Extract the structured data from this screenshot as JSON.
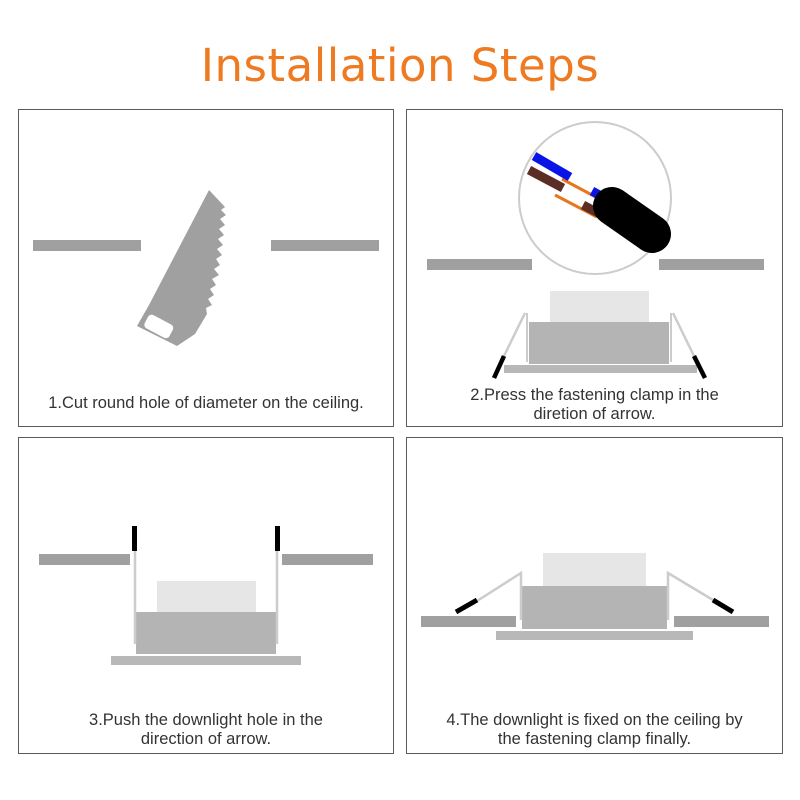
{
  "title": "Installation Steps",
  "colors": {
    "title": "#ee7a22",
    "border": "#5a5a5a",
    "ceiling": "#a0a0a0",
    "light_body": "#b4b4b4",
    "light_top": "#e6e6e6",
    "trim": "#b8b8b8",
    "clamp_wire": "#cccccc",
    "clamp_tip": "#000000",
    "wire_blue": "#0a14e6",
    "wire_brown": "#5b2d24",
    "wire_core": "#e8761c",
    "cable": "#000000",
    "caption_text": "#333333"
  },
  "steps": [
    {
      "number": 1,
      "caption_line1": "1.Cut round hole of diameter on the ceiling.",
      "caption_line2": "",
      "illustration": "saw-cutting-ceiling"
    },
    {
      "number": 2,
      "caption_line1": "2.Press the fastening clamp in the",
      "caption_line2": "diretion of arrow.",
      "illustration": "wire-connection-and-clamp-press"
    },
    {
      "number": 3,
      "caption_line1": "3.Push the downlight hole in the",
      "caption_line2": "direction of arrow.",
      "illustration": "push-downlight-into-hole"
    },
    {
      "number": 4,
      "caption_line1": "4.The downlight is fixed on the ceiling by",
      "caption_line2": "the fastening clamp finally.",
      "illustration": "downlight-fixed-in-ceiling"
    }
  ]
}
